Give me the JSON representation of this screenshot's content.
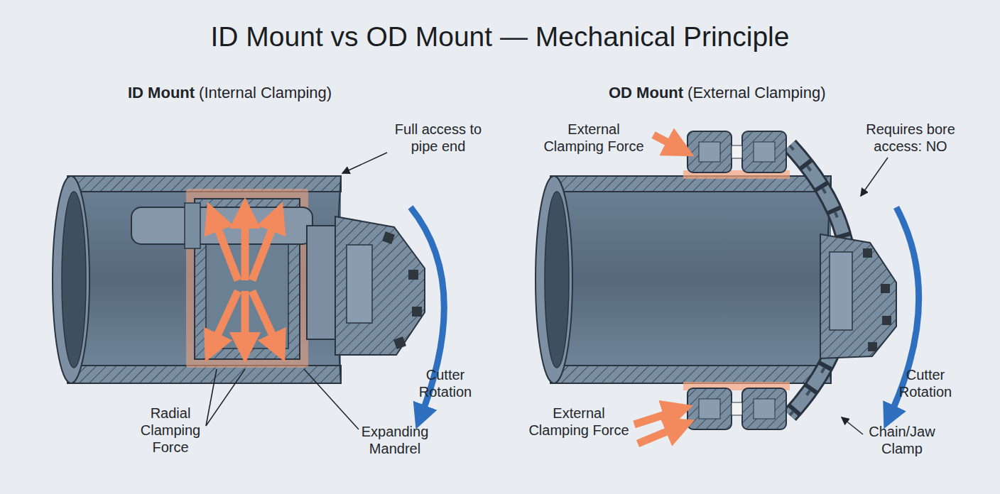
{
  "diagram": {
    "title": "ID Mount vs OD Mount — Mechanical Principle",
    "labels": [
      "ID Mount",
      "(Internal Clamping)",
      "Full access to pipe end",
      "Cutter Rotation",
      "Radial Clamping Force",
      "Expanding Mandrel",
      "OD Mount",
      "(External Clamping)",
      "External Clamping Force",
      "Requires bore access: NO",
      "Cutter Rotation",
      "External Clamping Force",
      "Chain/Jaw Clamp"
    ]
  }
}
